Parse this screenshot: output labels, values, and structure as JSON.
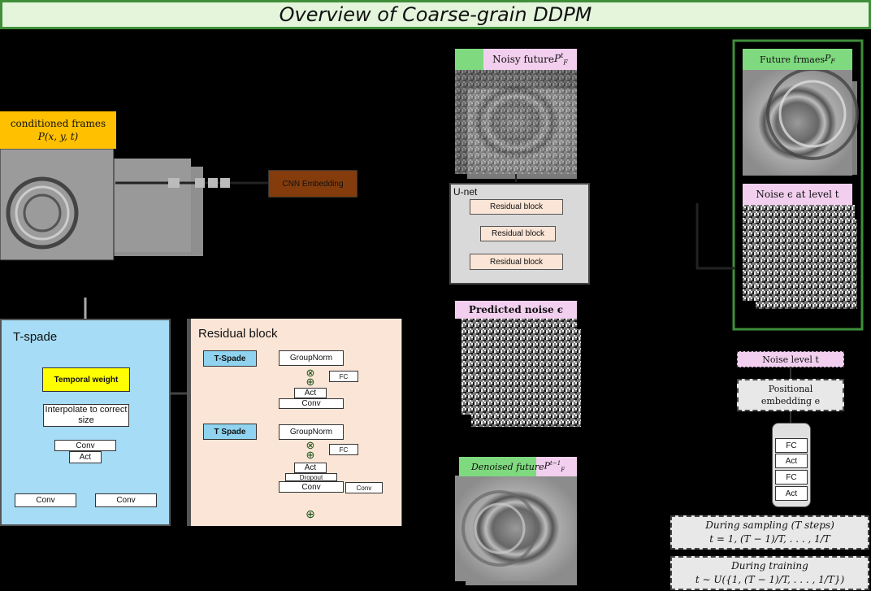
{
  "title": "Overview of Coarse-grain DDPM",
  "colors": {
    "title_bg": "#e4f5dc",
    "title_border": "#3f8f3a",
    "cond_header": "#ffc000",
    "noisy_label": "#f2cfee",
    "green_tab": "#7fd97f",
    "unet_bg": "#d9d9d9",
    "resblock_fill": "#fbe5d6",
    "tspade_bg": "#a6dcf5",
    "temporal_weight": "#ffff00",
    "tspade_button": "#8fd3f0",
    "cnn_embedding": "#843c0c"
  },
  "conditioned": {
    "line1": "conditioned frames",
    "formula": "P(x, y, t)"
  },
  "cnn_embedding": "CNN Embedding",
  "noisy_future": {
    "text": "Noisy future ",
    "symbol": "P",
    "sup": "t",
    "sub": "F"
  },
  "unet": {
    "label": "U-net",
    "blocks": [
      "Residual block",
      "Residual block",
      "Residual block"
    ]
  },
  "predicted_noise": "Predicted noise ϵ",
  "denoised": {
    "text": "Denoised future ",
    "symbol": "P",
    "sup": "t−1",
    "sub": "F"
  },
  "future_frames": {
    "text": "Future frmaes ",
    "symbol": "P",
    "sub": "F"
  },
  "noise_at_level": "Noise ϵ at  level t",
  "noise_level": "Noise level t",
  "positional": {
    "line1": "Positional",
    "line2": "embedding e"
  },
  "fc_stack": [
    "FC",
    "Act",
    "FC",
    "Act"
  ],
  "sampling": {
    "heading": "During sampling (T steps)",
    "formula": "t  = 1, (T − 1)/T, . . . , 1/T"
  },
  "training": {
    "heading": "During training",
    "formula": "t ∼ U({1, (T − 1)/T, . . . , 1/T})"
  },
  "tspade": {
    "label": "T-spade",
    "temporal_weight": "Temporal weight",
    "interpolate": "Interpolate to correct size",
    "conv": "Conv",
    "act": "Act",
    "conv_left": "Conv",
    "conv_right": "Conv"
  },
  "residual_block": {
    "label": "Residual block",
    "tspade1": "T-Spade",
    "tspade2": "T Spade",
    "groupnorm1": "GroupNorm",
    "groupnorm2": "GroupNorm",
    "fc1": "FC",
    "fc2": "FC",
    "times": "⊗",
    "plus": "⊕",
    "act1": "Act",
    "conv1": "Conv",
    "act2": "Act",
    "dropout": "Dropout",
    "conv2": "Conv",
    "skip_conv": "Conv"
  }
}
